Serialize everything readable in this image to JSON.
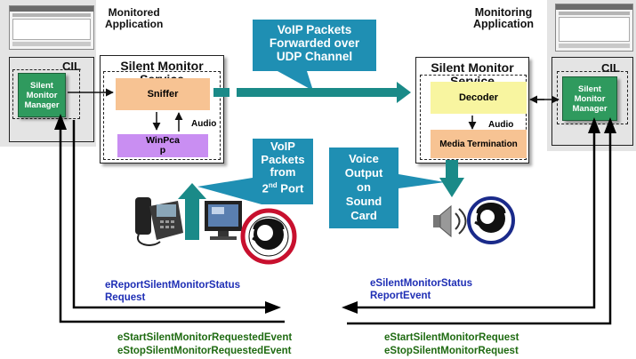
{
  "labels": {
    "monitored_app": "Monitored\nApplication",
    "monitoring_app": "Monitoring\nApplication",
    "cil_left": "CIL",
    "cil_right": "CIL",
    "sm_manager_left": "Silent\nMonitor\nManager",
    "sm_manager_right": "Silent\nMonitor\nManager",
    "sms_left_title": "Silent Monitor\nService",
    "sms_right_title": "Silent Monitor\nService",
    "sniffer": "Sniffer",
    "winpcap": "WinPca\np",
    "audio_left": "Audio",
    "decoder": "Decoder",
    "audio_right": "Audio",
    "media_termination": "Media Termination"
  },
  "callouts": {
    "voip_udp": "VoIP Packets\nForwarded over\nUDP Channel",
    "voip_2nd_port_pre": "VoIP\nPackets\nfrom\n2",
    "voip_2nd_port_sup": "nd",
    "voip_2nd_port_post": " Port",
    "voice_output": "Voice\nOutput\non\nSound\nCard"
  },
  "events": {
    "left_request": "eReportSilentMonitorStatus\nRequest",
    "left_events": "eStartSilentMonitorRequestedEvent\neStopSilentMonitorRequestedEvent",
    "right_report": "eSilentMonitorStatus\nReportEvent",
    "right_requests": "eStartSilentMonitorRequest\neStopSilentMonitorRequest"
  },
  "colors": {
    "callout_teal": "#1f8fb3",
    "arrow_teal": "#1a8a88",
    "manager_green": "#2f9a5e",
    "sniffer_orange": "#f7c393",
    "winpcap_purple": "#c98ef2",
    "decoder_yellow": "#f8f5a0",
    "media_orange": "#f7c393",
    "panel_gray": "#e4e4e4",
    "event_blue": "#1f2fb5",
    "event_green": "#1f6b12"
  },
  "icons": [
    "monitored-app-screenshot-icon",
    "monitoring-app-screenshot-icon",
    "ip-phone-icon",
    "pc-monitor-icon",
    "agent-headset-no-monitor-icon",
    "speaker-icon",
    "supervisor-headset-icon"
  ]
}
